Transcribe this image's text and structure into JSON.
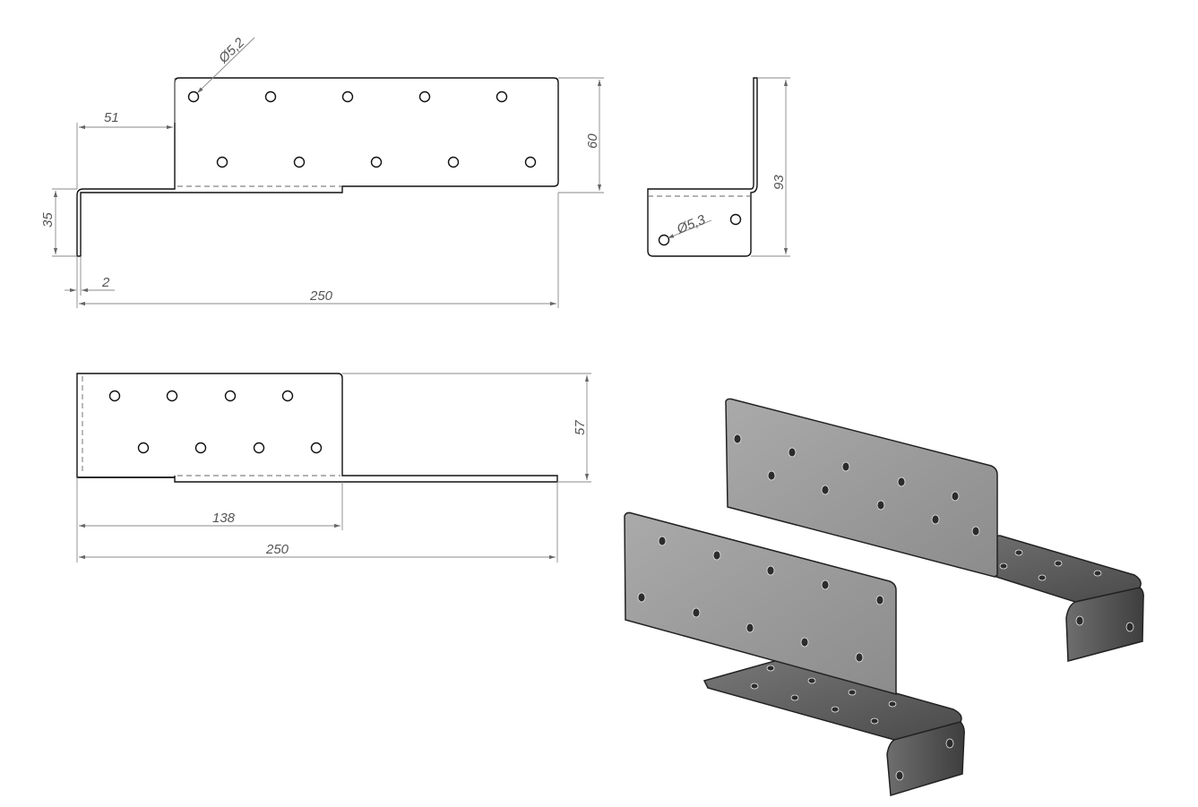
{
  "drawing": {
    "dimensions": {
      "hole_diameter_front": "Ø5,2",
      "offset_51": "51",
      "height_60": "60",
      "height_35": "35",
      "thickness_2": "2",
      "length_250_front": "250",
      "height_93": "93",
      "hole_diameter_side": "Ø5,3",
      "width_57": "57",
      "length_138": "138",
      "length_250_top": "250"
    },
    "colors": {
      "line": "#111111",
      "dimension": "#555555",
      "plate_face": "#9a9a9a",
      "plate_dark": "#5a5a5a"
    }
  }
}
